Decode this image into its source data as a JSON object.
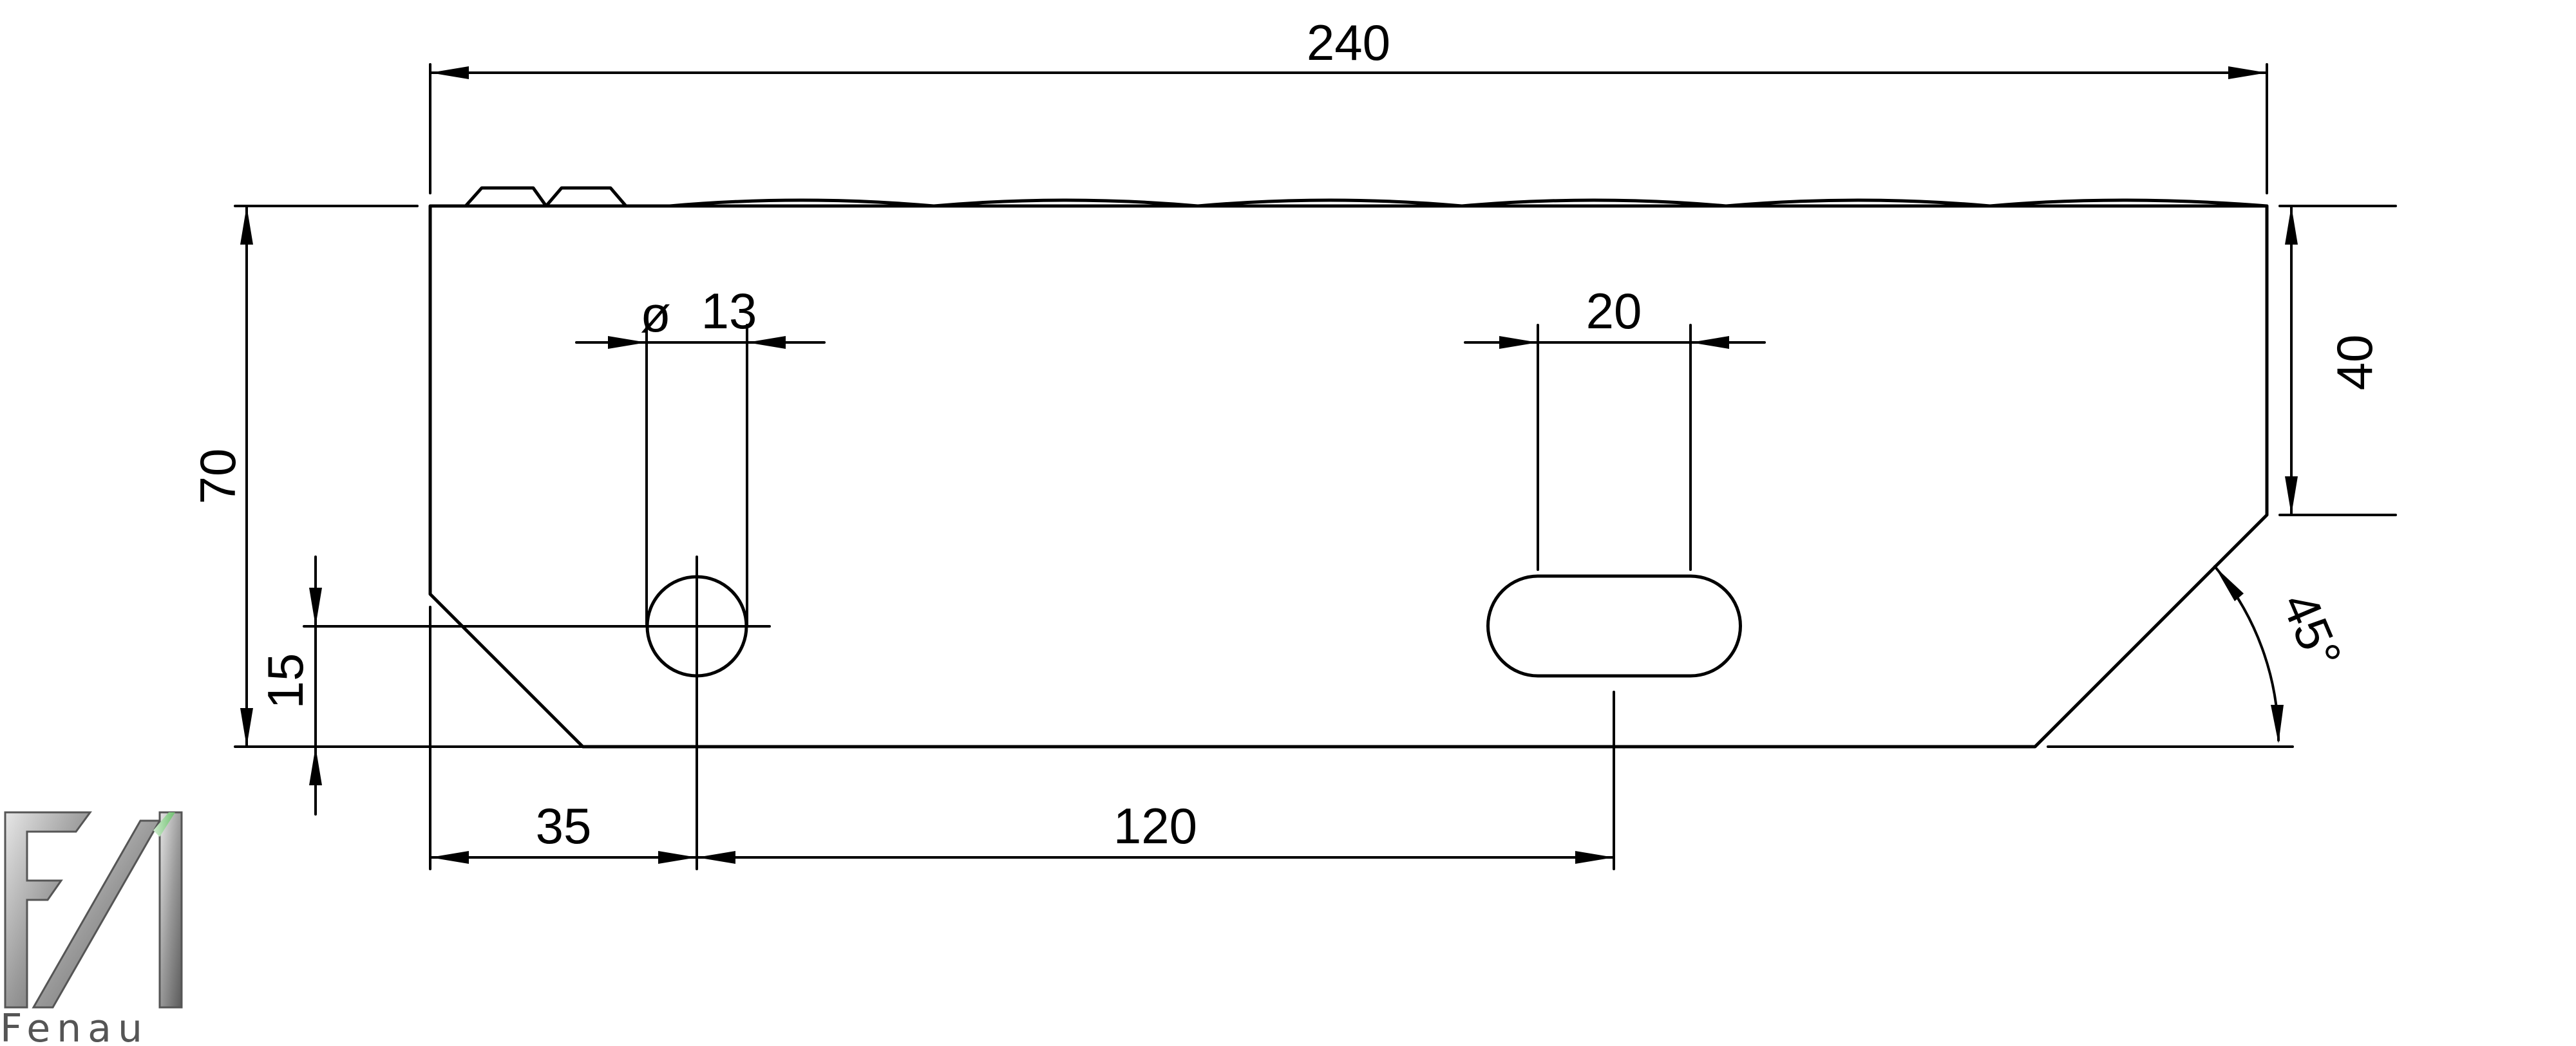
{
  "drawing": {
    "dimensions": {
      "overall_length": "240",
      "height": "70",
      "right_height": "40",
      "hole_diameter_symbol": "ø",
      "hole_diameter": "13",
      "slot_width": "20",
      "hole_height": "15",
      "hole_offset": "35",
      "hole_to_slot": "120",
      "chamfer_angle": "45°"
    },
    "brand": {
      "name": "Fenau",
      "colors": {
        "dark": "#555555",
        "light": "#d9d9d9",
        "accent": "#9bd49b"
      }
    }
  }
}
